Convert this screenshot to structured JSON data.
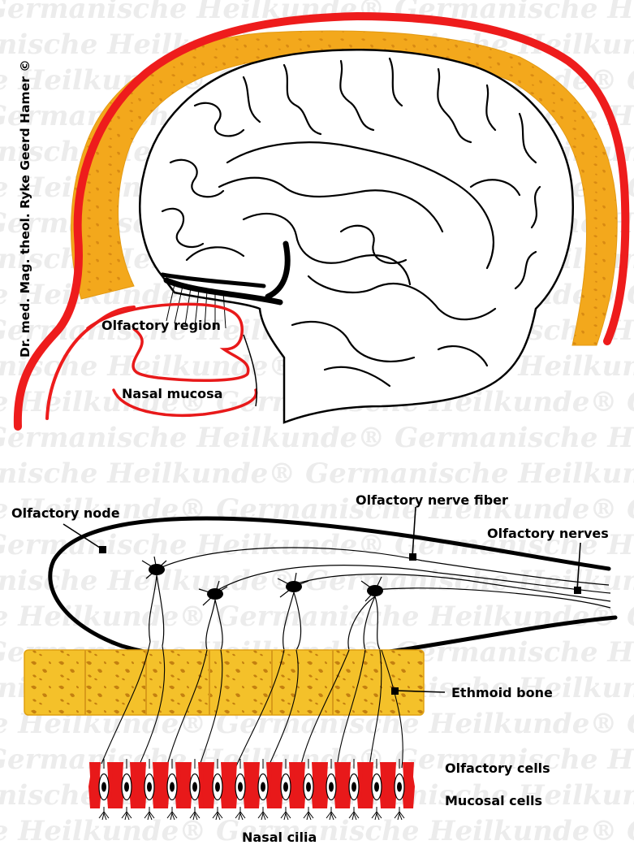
{
  "copyright": "Dr. med. Mag. theol. Ryke Geerd Hamer ©",
  "watermark": {
    "phrase": "Germanische Heilkunde",
    "mark": "®"
  },
  "labels": {
    "olfactory_region": "Olfactory region",
    "nasal_mucosa": "Nasal mucosa",
    "olfactory_node": "Olfactory node",
    "olfactory_nerve_fiber": "Olfactory nerve fiber",
    "olfactory_nerves": "Olfactory nerves",
    "ethmoid_bone": "Ethmoid bone",
    "olfactory_cells": "Olfactory cells",
    "mucosal_cells": "Mucosal cells",
    "nasal_cilia": "Nasal cilia"
  },
  "colors": {
    "skull_outline": "#ee1c1c",
    "bone": "#f3a81c",
    "ethmoid_fill": "#f4c12a",
    "ethmoid_pores": "#c48010",
    "mucosa": "#e8191a",
    "ink": "#000000",
    "watermark": "#ececec"
  }
}
